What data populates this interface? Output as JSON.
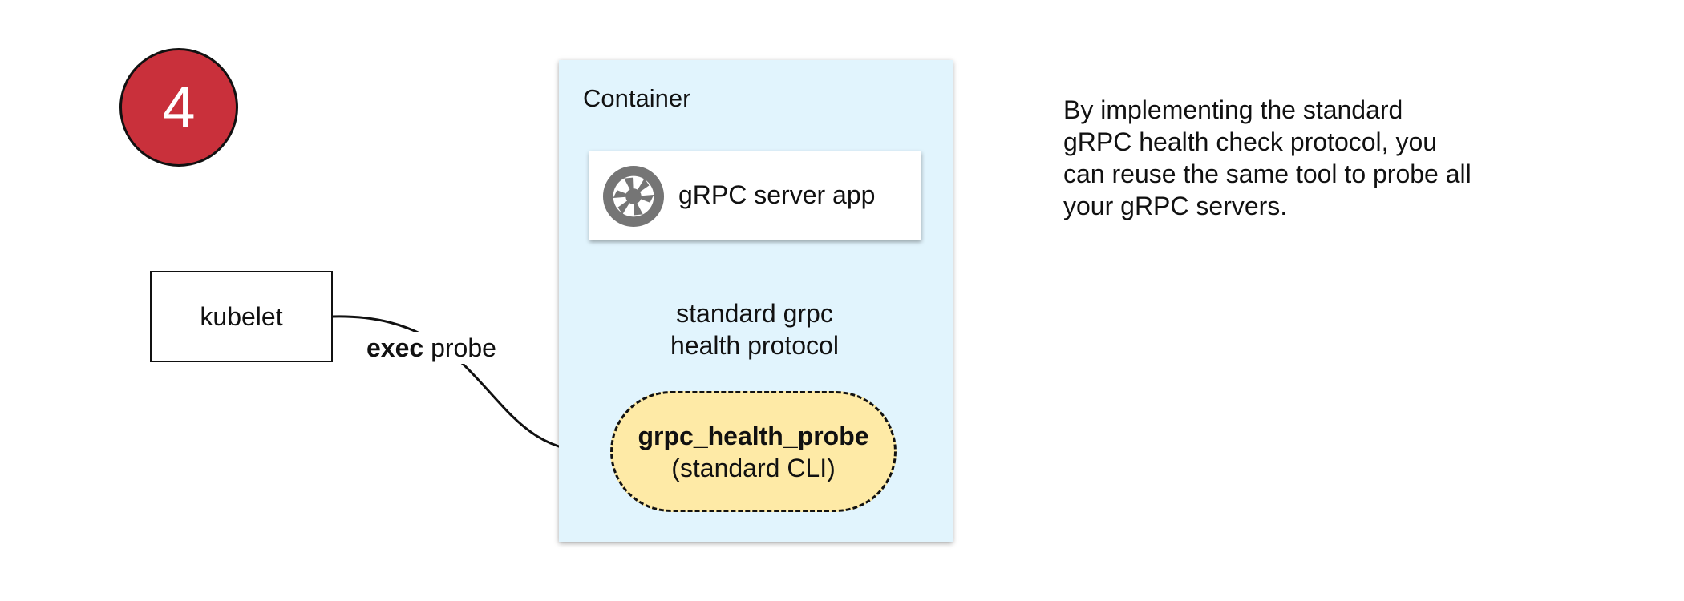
{
  "step_badge": {
    "number": "4",
    "color": "#c9303b"
  },
  "nodes": {
    "kubelet": {
      "label": "kubelet"
    },
    "container": {
      "label": "Container",
      "background": "#e1f4fd"
    },
    "server_app": {
      "label": "gRPC server app",
      "icon": "aperture-icon"
    },
    "probe": {
      "name": "grpc_health_probe",
      "subtitle": "(standard CLI)",
      "background": "#feeaa6"
    }
  },
  "edges": {
    "exec_probe": {
      "label_bold": "exec",
      "label_rest": " probe"
    },
    "health_protocol": {
      "line1": "standard grpc",
      "line2": "health protocol"
    }
  },
  "description": "By implementing the standard\ngRPC health check protocol, you\ncan reuse the same tool to probe all\nyour gRPC servers."
}
